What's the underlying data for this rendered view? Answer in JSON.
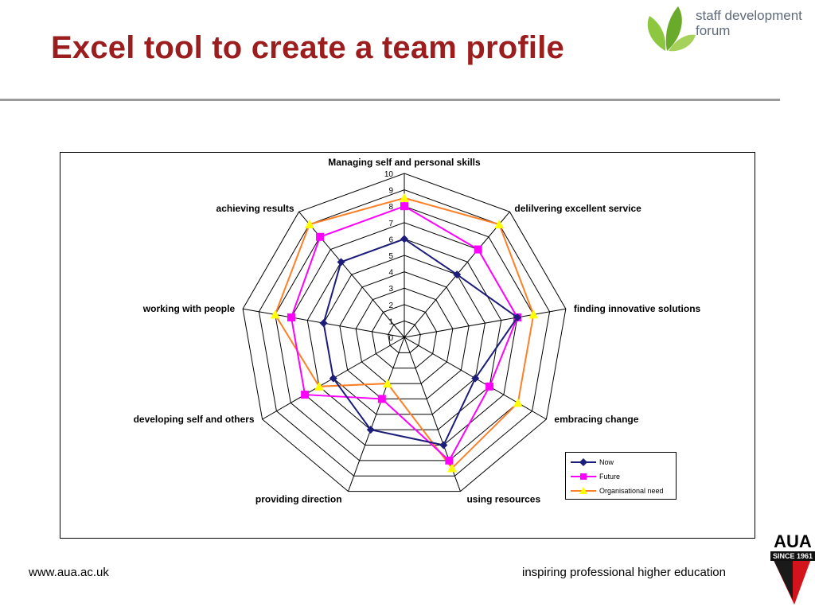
{
  "slide": {
    "title": "Excel tool to create a team profile"
  },
  "logo": {
    "line1": "staff development",
    "line2": "forum"
  },
  "footer": {
    "url": "www.aua.ac.uk",
    "tagline": "inspiring professional higher education",
    "aua_name": "AUA",
    "aua_since": "SINCE 1961"
  },
  "colors": {
    "title": "#9b1d1d",
    "now": "#1c1c7a",
    "future": "#ff00ff",
    "org_line": "#ff7f27",
    "org_marker": "#ffff00"
  },
  "chart_data": {
    "type": "radar",
    "categories": [
      "Managing self and personal skills",
      "delilvering excellent service",
      "finding innovative solutions",
      "embracing change",
      "using resources",
      "providing direction",
      "developing self and others",
      "working with people",
      "achieving results"
    ],
    "ticks": [
      "0",
      "1",
      "2",
      "3",
      "4",
      "5",
      "6",
      "7",
      "8",
      "9",
      "10"
    ],
    "rlim": [
      0,
      10
    ],
    "series": [
      {
        "name": "Now",
        "values": [
          6,
          5,
          7,
          5,
          7,
          6,
          5,
          5,
          6
        ],
        "marker": "diamond"
      },
      {
        "name": "Future",
        "values": [
          8,
          7,
          7,
          6,
          8,
          4,
          7,
          7,
          8
        ],
        "marker": "square"
      },
      {
        "name": "Organisational need",
        "values": [
          8.5,
          9,
          8,
          8,
          8.5,
          3,
          6,
          8,
          9
        ],
        "marker": "triangle"
      }
    ],
    "legend": "bottom-right"
  }
}
